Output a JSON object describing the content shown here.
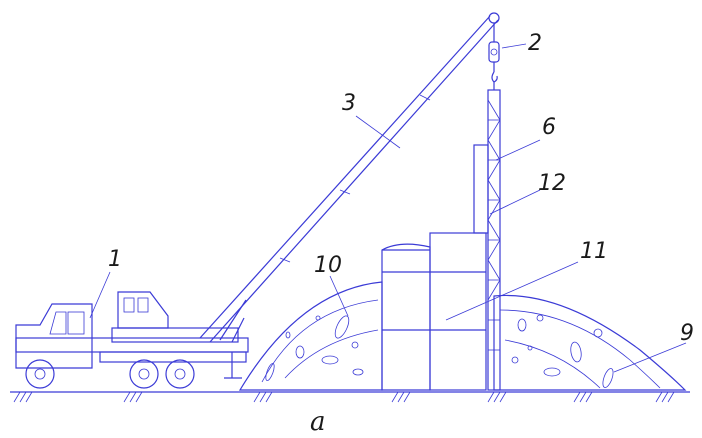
{
  "labels": {
    "n1": "1",
    "n2": "2",
    "n3": "3",
    "n6": "6",
    "n9": "9",
    "n10": "10",
    "n11": "11",
    "n12": "12"
  },
  "caption": "a",
  "colors": {
    "line": "#3b3bd6",
    "text": "#1a1a1a",
    "background": "#ffffff"
  }
}
